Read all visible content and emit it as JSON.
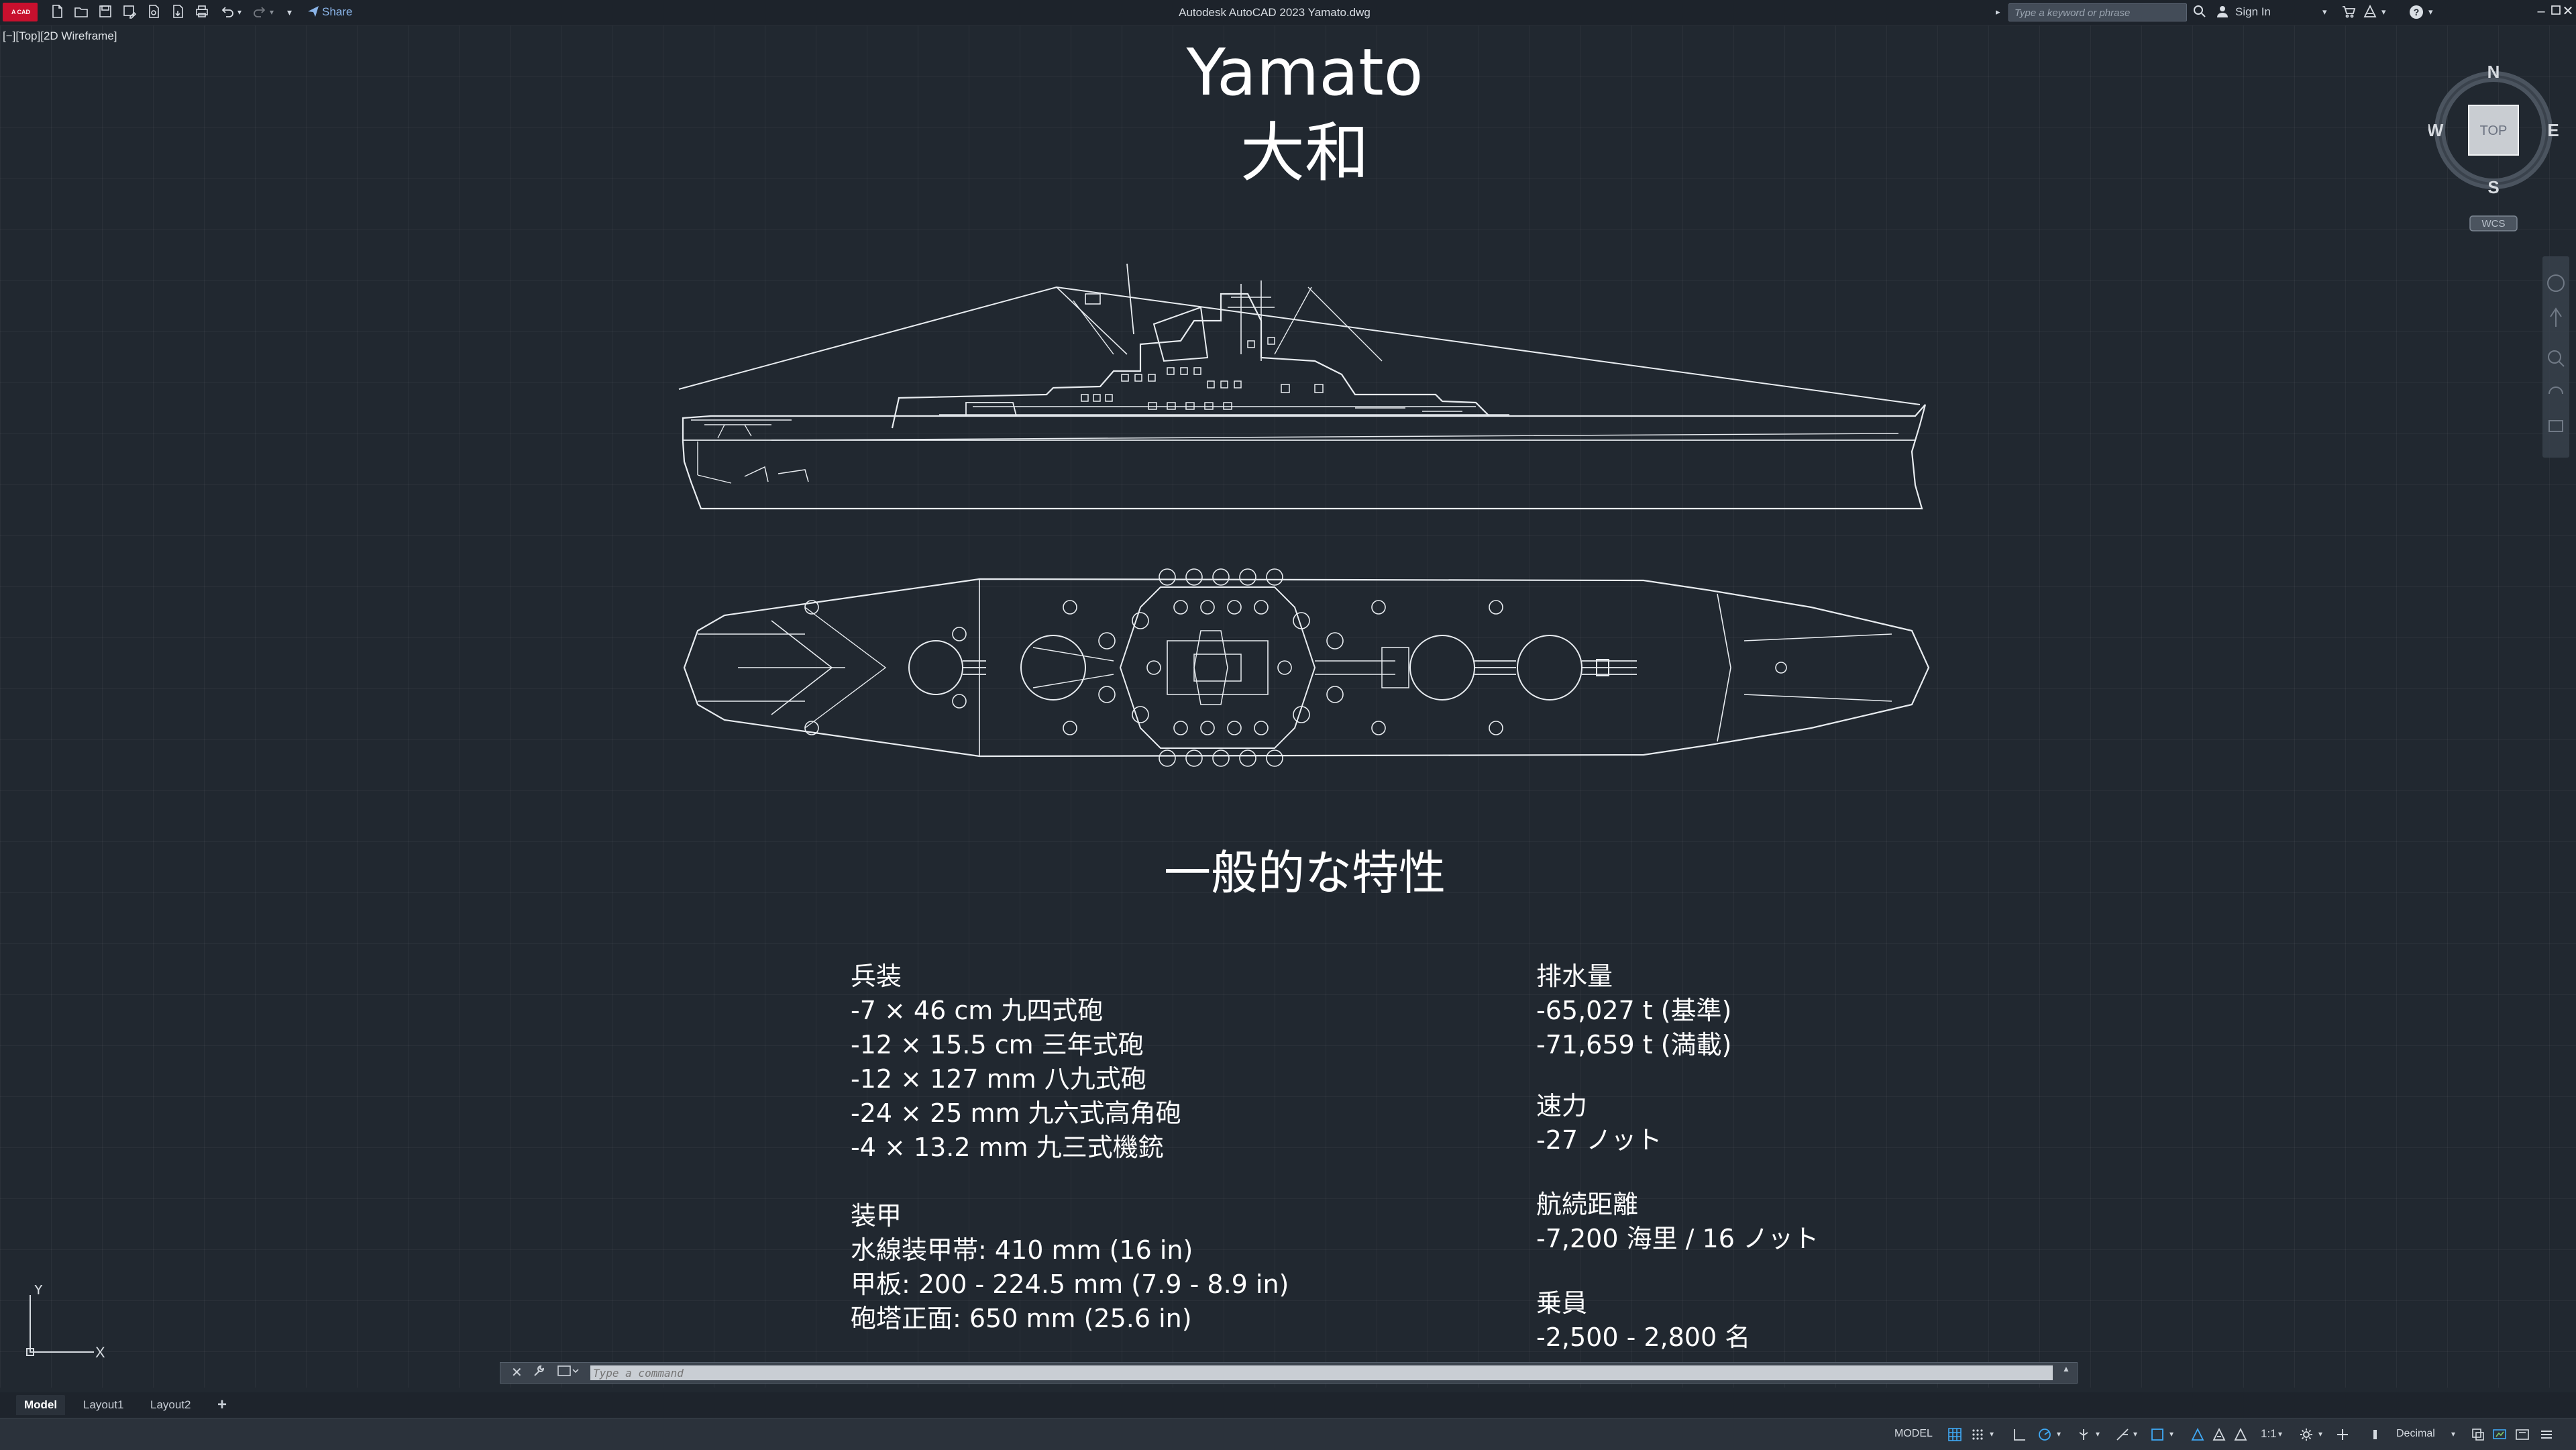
{
  "window": {
    "app_badge": "A",
    "app_badge_sub": "CAD",
    "title": "Autodesk AutoCAD 2023    Yamato.dwg",
    "share_label": "Share",
    "search_placeholder": "Type a keyword or phrase",
    "sign_in_label": "Sign In"
  },
  "viewport": {
    "label": "[−][Top][2D Wireframe]"
  },
  "drawing": {
    "title_en": "Yamato",
    "title_jp": "大和",
    "section_heading": "一般的な特性",
    "left_column": [
      "兵装",
      "-7 × 46 cm 九四式砲",
      "-12 × 15.5 cm 三年式砲",
      "-12 × 127 mm 八九式砲",
      "-24 × 25 mm 九六式高角砲",
      "-4 × 13.2 mm 九三式機銃",
      "",
      "装甲",
      "水線装甲帯: 410 mm (16 in)",
      "甲板: 200 - 224.5 mm (7.9 - 8.9 in)",
      "砲塔正面: 650 mm (25.6 in)"
    ],
    "right_column": [
      "排水量",
      "-65,027 t (基準)",
      "-71,659 t (満載)",
      "",
      "速力",
      "-27 ノット",
      "",
      "航続距離",
      "-7,200 海里  / 16 ノット",
      "",
      "乗員",
      "-2,500 - 2,800 名"
    ]
  },
  "viewcube": {
    "north": "N",
    "south": "S",
    "east": "E",
    "west": "W",
    "face": "TOP",
    "ucs_menu": "WCS"
  },
  "ucs_icon": {
    "x_label": "X",
    "y_label": "Y"
  },
  "command_line": {
    "placeholder": "Type a command"
  },
  "layout_tabs": {
    "items": [
      "Model",
      "Layout1",
      "Layout2"
    ],
    "active": "Model",
    "add_label": "+"
  },
  "status_bar": {
    "space_label": "MODEL",
    "scale_label": "1:1",
    "units_label": "Decimal"
  }
}
